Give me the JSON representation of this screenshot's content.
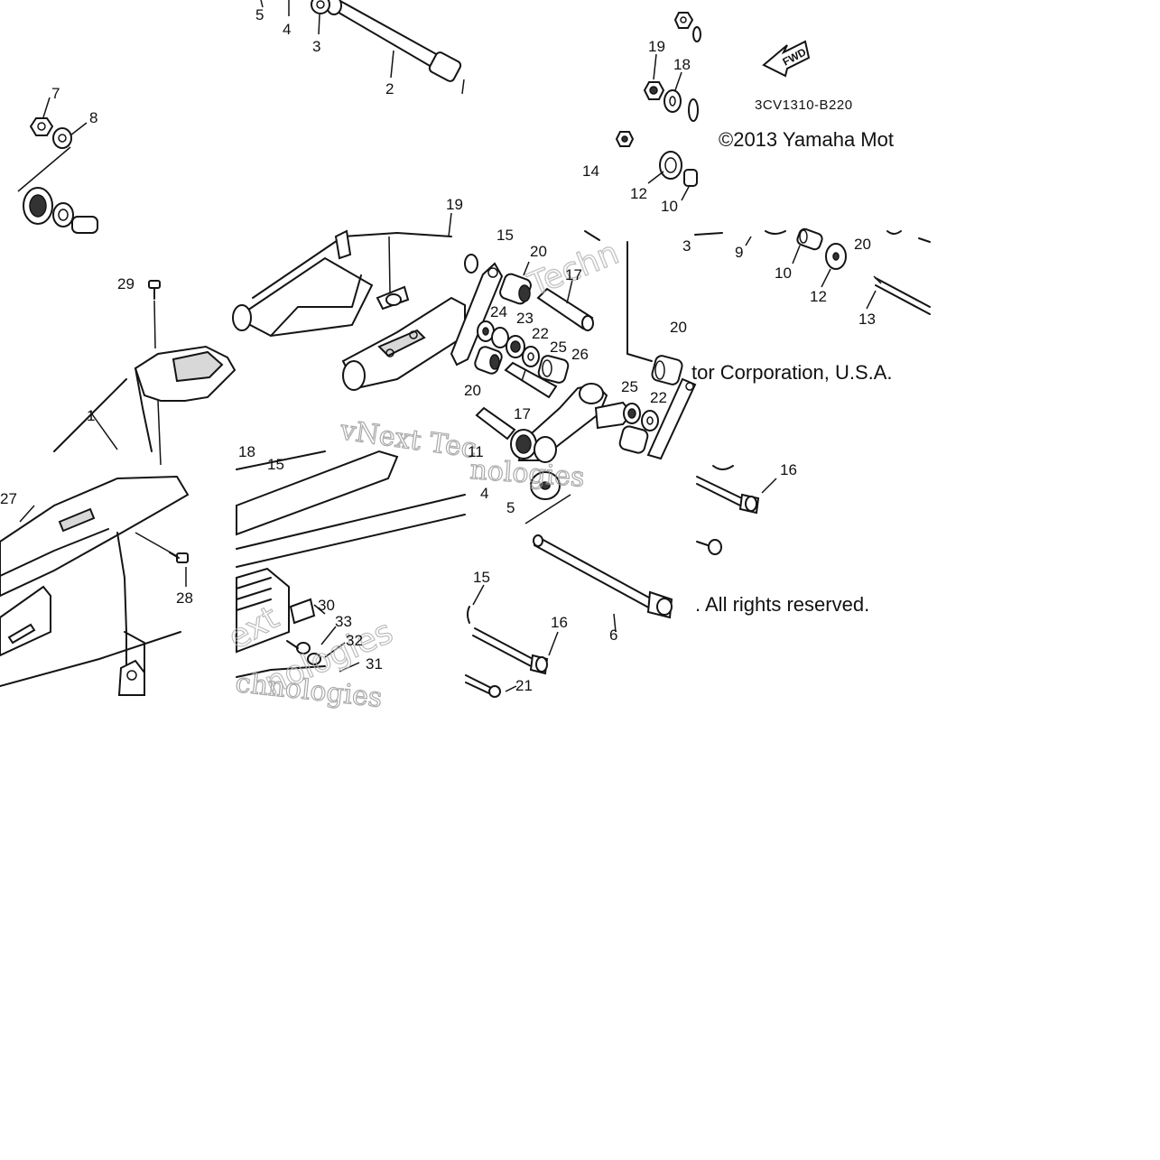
{
  "diagram": {
    "part_code": "3CV1310-B220",
    "direction_marker": "FWD",
    "copyright_line_1": "©2013 Yamaha Mot",
    "copyright_line_2": "tor Corporation, U.S.A.",
    "copyright_line_3": ". All rights reserved.",
    "watermarks": [
      "Techn",
      "vNext Tec",
      "nologies",
      "ext",
      "nologies",
      "chnologies"
    ],
    "callouts": [
      {
        "id": "c5",
        "text": "5"
      },
      {
        "id": "c4",
        "text": "4"
      },
      {
        "id": "c3",
        "text": "3"
      },
      {
        "id": "c2",
        "text": "2"
      },
      {
        "id": "c7",
        "text": "7"
      },
      {
        "id": "c8",
        "text": "8"
      },
      {
        "id": "c19a",
        "text": "19"
      },
      {
        "id": "c18a",
        "text": "18"
      },
      {
        "id": "c14",
        "text": "14"
      },
      {
        "id": "c12a",
        "text": "12"
      },
      {
        "id": "c10a",
        "text": "10"
      },
      {
        "id": "c29",
        "text": "29"
      },
      {
        "id": "c19b",
        "text": "19"
      },
      {
        "id": "c15a",
        "text": "15"
      },
      {
        "id": "c20a",
        "text": "20"
      },
      {
        "id": "c17a",
        "text": "17"
      },
      {
        "id": "c24",
        "text": "24"
      },
      {
        "id": "c23",
        "text": "23"
      },
      {
        "id": "c22a",
        "text": "22"
      },
      {
        "id": "c25a",
        "text": "25"
      },
      {
        "id": "c26",
        "text": "26"
      },
      {
        "id": "c20b",
        "text": "20"
      },
      {
        "id": "c17b",
        "text": "17"
      },
      {
        "id": "c11",
        "text": "11"
      },
      {
        "id": "c20c",
        "text": "20"
      },
      {
        "id": "c25b",
        "text": "25"
      },
      {
        "id": "c22b",
        "text": "22"
      },
      {
        "id": "c1",
        "text": "1"
      },
      {
        "id": "c18b",
        "text": "18"
      },
      {
        "id": "c15b",
        "text": "15"
      },
      {
        "id": "c27",
        "text": "27"
      },
      {
        "id": "c28",
        "text": "28"
      },
      {
        "id": "c4b",
        "text": "4"
      },
      {
        "id": "c5b",
        "text": "5"
      },
      {
        "id": "c9",
        "text": "9"
      },
      {
        "id": "c10b",
        "text": "10"
      },
      {
        "id": "c20d",
        "text": "20"
      },
      {
        "id": "c12b",
        "text": "12"
      },
      {
        "id": "c13",
        "text": "13"
      },
      {
        "id": "c3b",
        "text": "3"
      },
      {
        "id": "c16a",
        "text": "16"
      },
      {
        "id": "c30",
        "text": "30"
      },
      {
        "id": "c33",
        "text": "33"
      },
      {
        "id": "c32",
        "text": "32"
      },
      {
        "id": "c31",
        "text": "31"
      },
      {
        "id": "c15c",
        "text": "15"
      },
      {
        "id": "c16b",
        "text": "16"
      },
      {
        "id": "c6",
        "text": "6"
      },
      {
        "id": "c21",
        "text": "21"
      }
    ]
  }
}
